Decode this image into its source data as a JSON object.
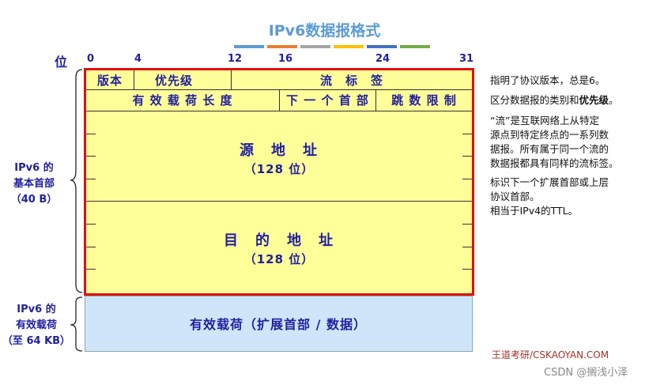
{
  "title": "IPv6数据报格式",
  "color_bars": [
    "#5b9bd5",
    "#ed7d31",
    "#a5a5a5",
    "#ffc000",
    "#4472c4",
    "#70ad47"
  ],
  "bit_axis": {
    "label": "位",
    "ticks": [
      "0",
      "4",
      "12",
      "16",
      "24",
      "31"
    ]
  },
  "fields": {
    "version": "版本",
    "priority": "优先级",
    "flow_label": "流　标　签",
    "payload_length": "有 效 载 荷 长 度",
    "next_header": "下 一 个 首 部",
    "hop_limit": "跳 数 限 制",
    "source": "源　地　址",
    "source_bits": "（128 位）",
    "dest": "目　的　地　址",
    "dest_bits": "（128 位）",
    "payload": "有效载荷（扩展首部 / 数据）"
  },
  "side_labels": {
    "basic_header": [
      "IPv6 的",
      "基本首部",
      "（40 B）"
    ],
    "payload": [
      "IPv6 的",
      "有效载荷",
      "（至 64 KB）"
    ]
  },
  "notes": {
    "version_note": "指明了协议版本，总是6。",
    "priority_note_pre": "区分数据报的类别和",
    "priority_note_bold": "优先级",
    "priority_note_post": "。",
    "flow_note": [
      "“流”是互联网络上从特定",
      "源点到特定终点的一系列数",
      "据报。所有属于同一个流的",
      "数据报都具有同样的流标签。"
    ],
    "next_header_note": [
      "标识下一个扩展首部或上层",
      "协议首部。"
    ],
    "hop_note": "相当于IPv4的TTL。"
  },
  "footer": "王道考研/CSKAOYAN.COM",
  "watermark": "CSDN @搁浅小泽"
}
